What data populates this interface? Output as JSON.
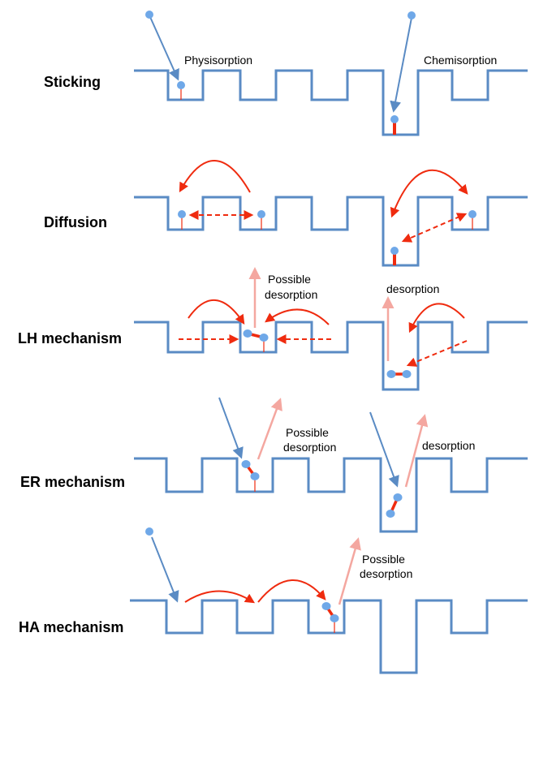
{
  "rows": [
    {
      "label": "Sticking",
      "notes": [
        "Physisorption",
        "Chemisorption"
      ]
    },
    {
      "label": "Diffusion",
      "notes": []
    },
    {
      "label": "LH mechanism",
      "notes": [
        "Possible",
        "desorption",
        "desorption"
      ]
    },
    {
      "label": "ER mechanism",
      "notes": [
        "Possible",
        "desorption",
        "desorption"
      ]
    },
    {
      "label": "HA mechanism",
      "notes": [
        "Possible",
        "desorption"
      ]
    }
  ],
  "colors": {
    "surface": "#5a8bc4",
    "adatom": "#6fa8e8",
    "bond": "#ef2b0f",
    "desorb": "#f4a7a0"
  }
}
